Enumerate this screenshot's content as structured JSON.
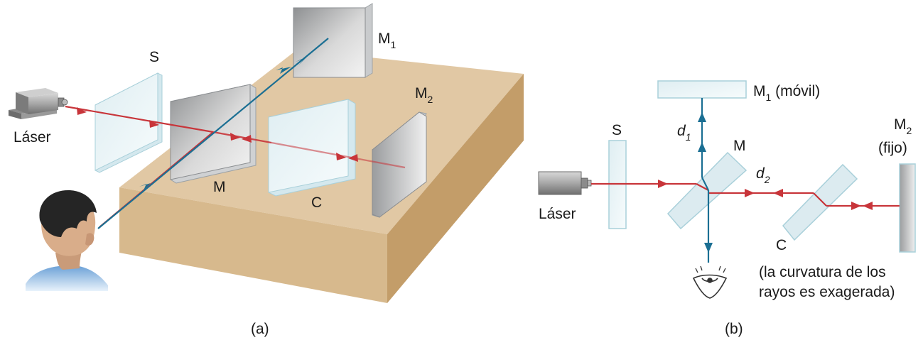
{
  "colors": {
    "beam_red": "#c8353a",
    "beam_blue": "#1b6f93",
    "table_top": "#e1c8a4",
    "table_front": "#d7b98d",
    "table_side": "#c39d69",
    "plate_fill": "#e8f3f5",
    "plate_edge": "#a9d0da",
    "mirror_dark": "#8e9092",
    "mirror_light": "#f3f3f3"
  },
  "panel_a": {
    "caption": "(a)",
    "laser_label": "Láser",
    "s_label": "S",
    "m_label": "M",
    "c_label": "C",
    "m1": {
      "base": "M",
      "sub": "1"
    },
    "m2": {
      "base": "M",
      "sub": "2"
    }
  },
  "panel_b": {
    "caption": "(b)",
    "laser_label": "Láser",
    "s_label": "S",
    "m_label": "M",
    "c_label": "C",
    "m1": {
      "base": "M",
      "sub": "1",
      "suffix": " (móvil)"
    },
    "m2": {
      "base": "M",
      "sub": "2",
      "suffix": "(fijo)"
    },
    "d1": {
      "base": "d",
      "sub": "1"
    },
    "d2": {
      "base": "d",
      "sub": "2"
    },
    "note_line1": "(la curvatura de los",
    "note_line2": "rayos es exagerada)"
  }
}
